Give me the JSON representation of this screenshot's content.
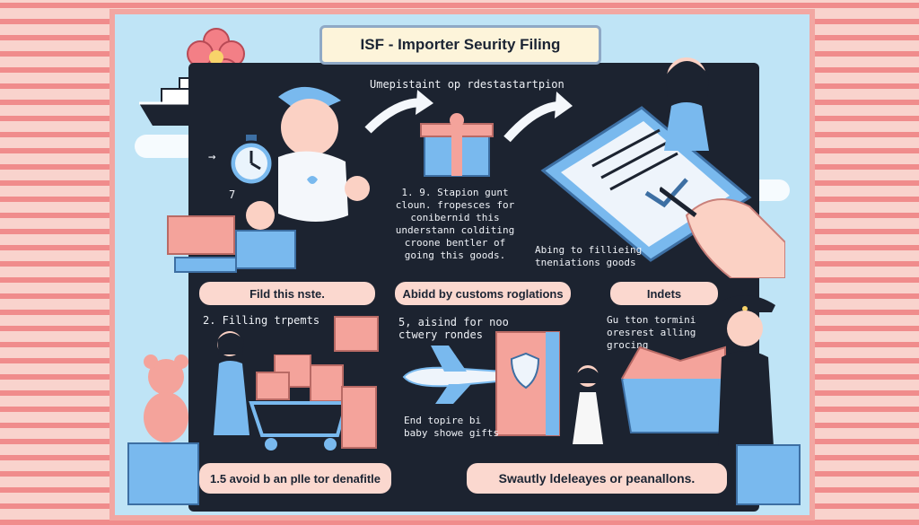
{
  "title": "ISF - Importer Seurity Filing",
  "board": {
    "top_caption": "Umepistaint op rdestastartpion",
    "mid_text_lines": [
      "1. 9. Stapion gunt",
      "cloun. fropesces for",
      "conibernid this",
      "understann colditing",
      "croone bentler of",
      "going this goods."
    ],
    "right_text_lines": [
      "Abing to fillieing",
      "tneniations goods"
    ],
    "arrow_number": "7",
    "left_tag": "Fild this nste.",
    "mid_tag": "Abidd by customs roglations",
    "right_tag": "Indets",
    "filling_heading": "2. Filling trpemts",
    "center_item_lines": [
      "5, aisind for noo",
      "ctwery rondes"
    ],
    "right_item_lines": [
      "Gu tton tormini",
      "oresrest alling",
      "grocing"
    ],
    "end_lines": [
      "End topire bi",
      "baby showe gifts"
    ],
    "bottom_left_tag": "1.5 avoid b an plle tor denafitle",
    "bottom_right_tag": "Swautly ldeleayes or peanallons."
  },
  "colors": {
    "pink": "#f2a7a2",
    "sky": "#bfe4f6",
    "board": "#1c2330",
    "cream": "#fdf4da",
    "tag": "#fbd8cf"
  }
}
